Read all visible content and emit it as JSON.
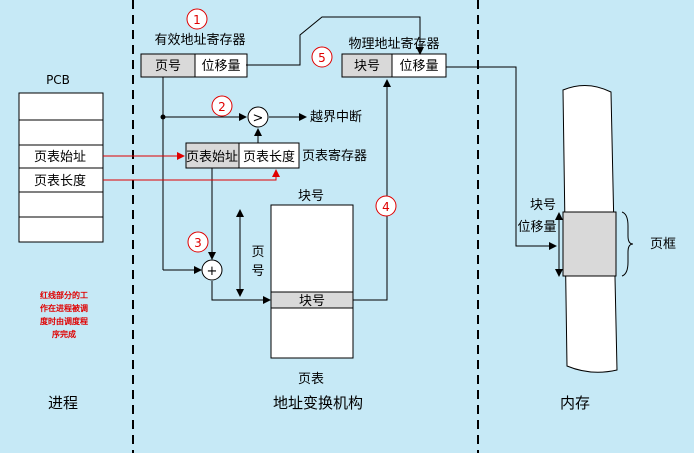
{
  "colors": {
    "background": "#c6e9f6",
    "highlight_cell": "#d9d9d9",
    "marker": "#e00000",
    "line": "#000000"
  },
  "pcb": {
    "title": "PCB",
    "row_page_table_start": "页表始址",
    "row_page_table_length": "页表长度"
  },
  "note": {
    "line1": "红线部分的工",
    "line2": "作在进程被调",
    "line3": "度时由调度程",
    "line4": "序完成"
  },
  "logical_register": {
    "title": "有效地址寄存器",
    "page_number": "页号",
    "offset": "位移量"
  },
  "physical_register": {
    "title": "物理地址寄存器",
    "block_number": "块号",
    "offset": "位移量"
  },
  "page_table_register": {
    "title": "页表寄存器",
    "start": "页表始址",
    "length": "页表长度"
  },
  "comparator": {
    "symbol": ">",
    "label": "越界中断"
  },
  "adder": {
    "symbol": "+"
  },
  "page_table": {
    "title": "页表",
    "header": "块号",
    "entry": "块号",
    "index_label_1": "页",
    "index_label_2": "号"
  },
  "memory": {
    "label_block": "块号",
    "label_offset": "位移量",
    "frame_label": "页框"
  },
  "steps": {
    "s1": "1",
    "s2": "2",
    "s3": "3",
    "s4": "4",
    "s5": "5"
  },
  "sections": {
    "process": "进程",
    "mmu": "地址变换机构",
    "memory": "内存"
  }
}
